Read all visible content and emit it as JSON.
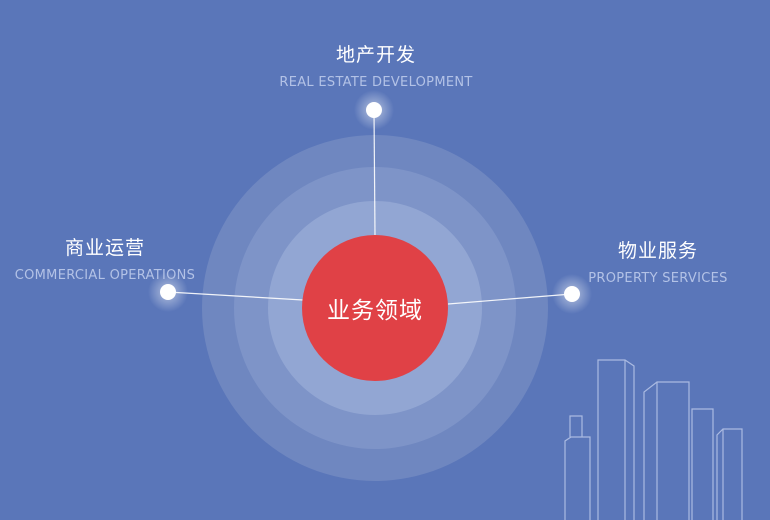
{
  "colors": {
    "background": "#5a76b9",
    "center_circle": "#e04146",
    "node_dot": "#ffffff",
    "line": "#ffffff",
    "building_stroke": "#b9c7e9"
  },
  "center": {
    "label": "业务领域"
  },
  "nodes": [
    {
      "id": "real-estate",
      "title": "地产开发",
      "subtitle": "REAL ESTATE DEVELOPMENT"
    },
    {
      "id": "commercial",
      "title": "商业运营",
      "subtitle": "COMMERCIAL OPERATIONS"
    },
    {
      "id": "property",
      "title": "物业服务",
      "subtitle": "PROPERTY SERVICES"
    }
  ]
}
